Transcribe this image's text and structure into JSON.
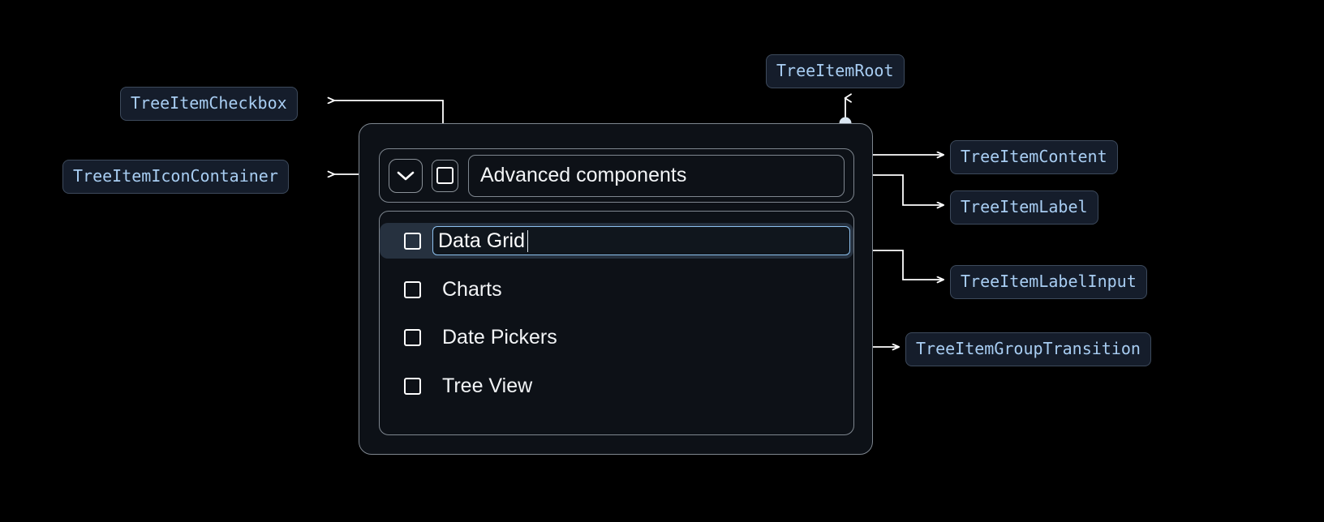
{
  "theme": {
    "page_background": "#000000",
    "card_background": "#0d1117",
    "card_border": "#7e868f",
    "chip_background": "#151d2b",
    "chip_border": "#3d4a5c",
    "chip_text": "#a8cdf2",
    "selected_row_background": "#26313f",
    "input_focus_border": "#8ec2f0",
    "connector_color": "#ffffff",
    "dot_color": "#dbe7f2",
    "text_primary": "#f2f4f6"
  },
  "annotations": [
    {
      "id": "tree-item-root",
      "label": "TreeItemRoot"
    },
    {
      "id": "tree-item-checkbox",
      "label": "TreeItemCheckbox"
    },
    {
      "id": "tree-item-icon-container",
      "label": "TreeItemIconContainer"
    },
    {
      "id": "tree-item-content",
      "label": "TreeItemContent"
    },
    {
      "id": "tree-item-label",
      "label": "TreeItemLabel"
    },
    {
      "id": "tree-item-label-input",
      "label": "TreeItemLabelInput"
    },
    {
      "id": "tree-item-group-transition",
      "label": "TreeItemGroupTransition"
    }
  ],
  "tree": {
    "root_item": {
      "label": "Advanced components",
      "expand_icon": "chevron-down-icon",
      "checkbox_icon": "checkbox-unchecked-icon",
      "checked": false,
      "expanded": true
    },
    "children": [
      {
        "label": "Data Grid",
        "checked": false,
        "selected": true,
        "editing": true,
        "input_value": "Data Grid"
      },
      {
        "label": "Charts",
        "checked": false,
        "selected": false,
        "editing": false
      },
      {
        "label": "Date Pickers",
        "checked": false,
        "selected": false,
        "editing": false
      },
      {
        "label": "Tree View",
        "checked": false,
        "selected": false,
        "editing": false
      }
    ]
  }
}
